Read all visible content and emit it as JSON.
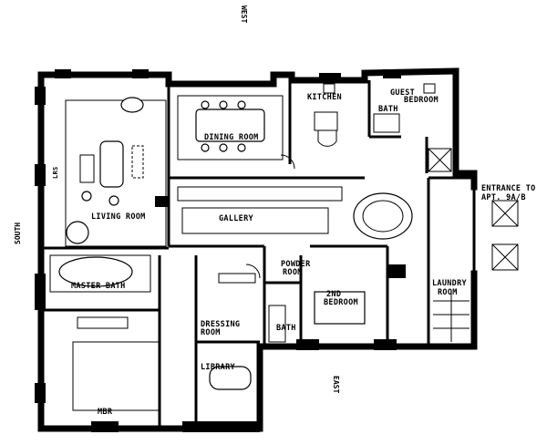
{
  "compass": {
    "north_top": "WEST",
    "left": "SOUTH",
    "bottom": "EAST"
  },
  "rooms": {
    "kitchen": "KITCHEN",
    "guest_bedroom_1": "GUEST",
    "guest_bedroom_2": "BEDROOM",
    "guest_bath": "BATH",
    "dining_room": "DINING ROOM",
    "living_room": "LIVING ROOM",
    "gallery": "GALLERY",
    "entrance_1": "ENTRANCE TO",
    "entrance_2": "APT. 9A/B",
    "master_bath": "MASTER BATH",
    "powder_room_1": "POWDER",
    "powder_room_2": "ROOM",
    "second_bedroom_1": "2ND",
    "second_bedroom_2": "BEDROOM",
    "laundry_room_1": "LAUNDRY",
    "laundry_room_2": "ROOM",
    "dressing_room_1": "DRESSING",
    "dressing_room_2": "ROOM",
    "bath": "BATH",
    "library": "LIBRARY",
    "mbr": "MBR",
    "lr_small": "LRS"
  }
}
